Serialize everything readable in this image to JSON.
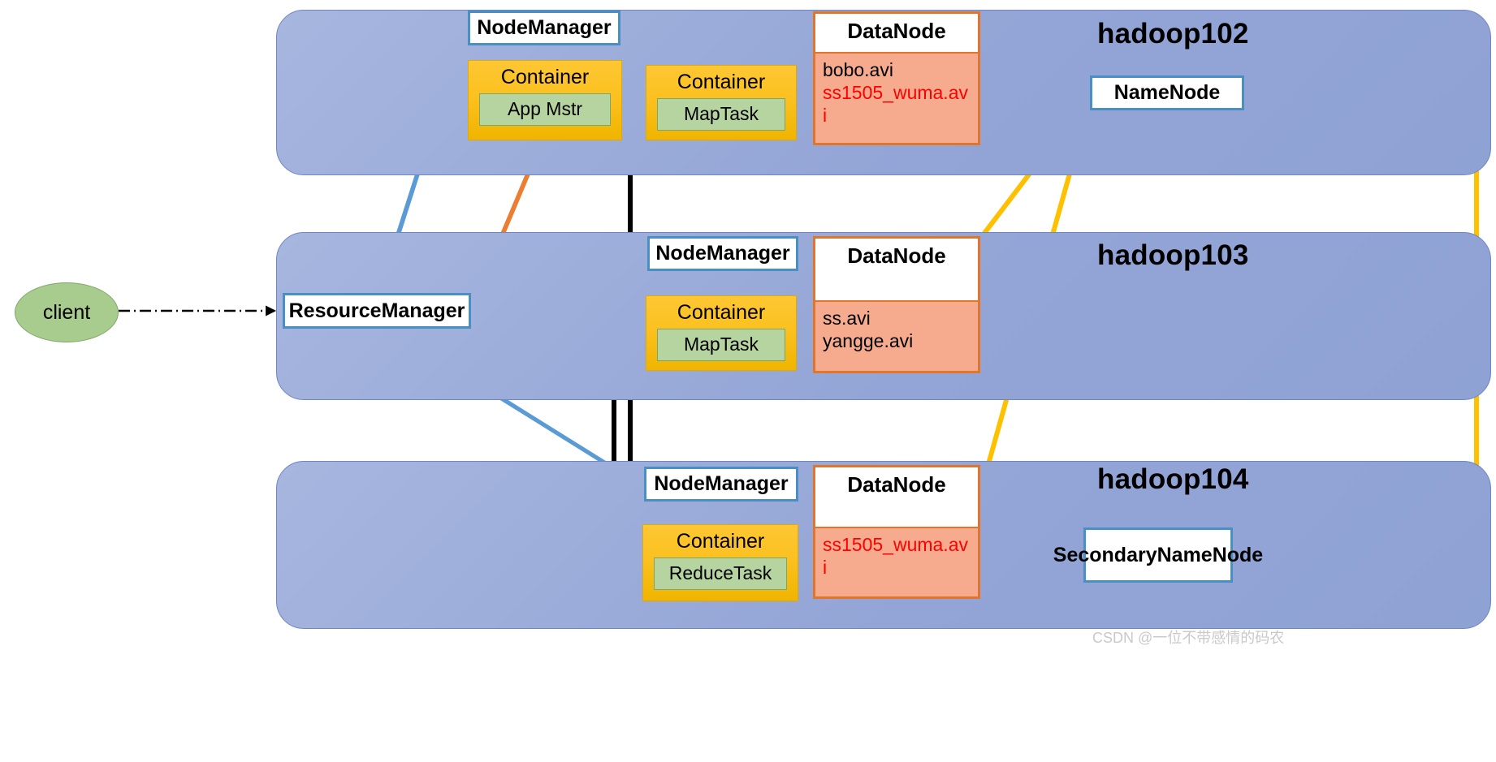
{
  "diagram": {
    "title": "Hadoop YARN / HDFS cluster architecture",
    "watermark": "CSDN @一位不带感情的码农",
    "colors": {
      "panel_fill": "#93a5d6",
      "panel_border": "#6e86c4",
      "service_box_border": "#4a8fc4",
      "container_fill": "#fcc11f",
      "task_fill": "#b5d4a0",
      "datanode_border": "#e3752a",
      "datanode_body_fill": "#f6ab8e",
      "client_fill": "#a8cb8e",
      "arrow_blue": "#5b9bd5",
      "arrow_orange": "#ed7d31",
      "arrow_yellow": "#ffc000",
      "arrow_black": "#000000",
      "red_text": "#ff0000"
    }
  },
  "client": {
    "label": "client"
  },
  "resource_manager": {
    "label": "ResourceManager"
  },
  "name_node": {
    "label": "NameNode"
  },
  "secondary_name_node": {
    "label": "SecondaryNameNode"
  },
  "nodes": [
    {
      "name": "hadoop102",
      "node_manager": "NodeManager",
      "containers": [
        {
          "title": "Container",
          "task": "App Mstr"
        },
        {
          "title": "Container",
          "task": "MapTask"
        }
      ],
      "datanode": {
        "title": "DataNode",
        "files": [
          {
            "name": "bobo.avi",
            "highlight": false
          },
          {
            "name": "ss1505_wuma.avi",
            "highlight": true
          }
        ]
      }
    },
    {
      "name": "hadoop103",
      "node_manager": "NodeManager",
      "containers": [
        {
          "title": "Container",
          "task": "MapTask"
        }
      ],
      "datanode": {
        "title": "DataNode",
        "files": [
          {
            "name": "ss.avi",
            "highlight": false
          },
          {
            "name": "yangge.avi",
            "highlight": false
          }
        ]
      }
    },
    {
      "name": "hadoop104",
      "node_manager": "NodeManager",
      "containers": [
        {
          "title": "Container",
          "task": "ReduceTask"
        }
      ],
      "datanode": {
        "title": "DataNode",
        "files": [
          {
            "name": "ss1505_wuma.avi",
            "highlight": true
          }
        ]
      }
    }
  ]
}
